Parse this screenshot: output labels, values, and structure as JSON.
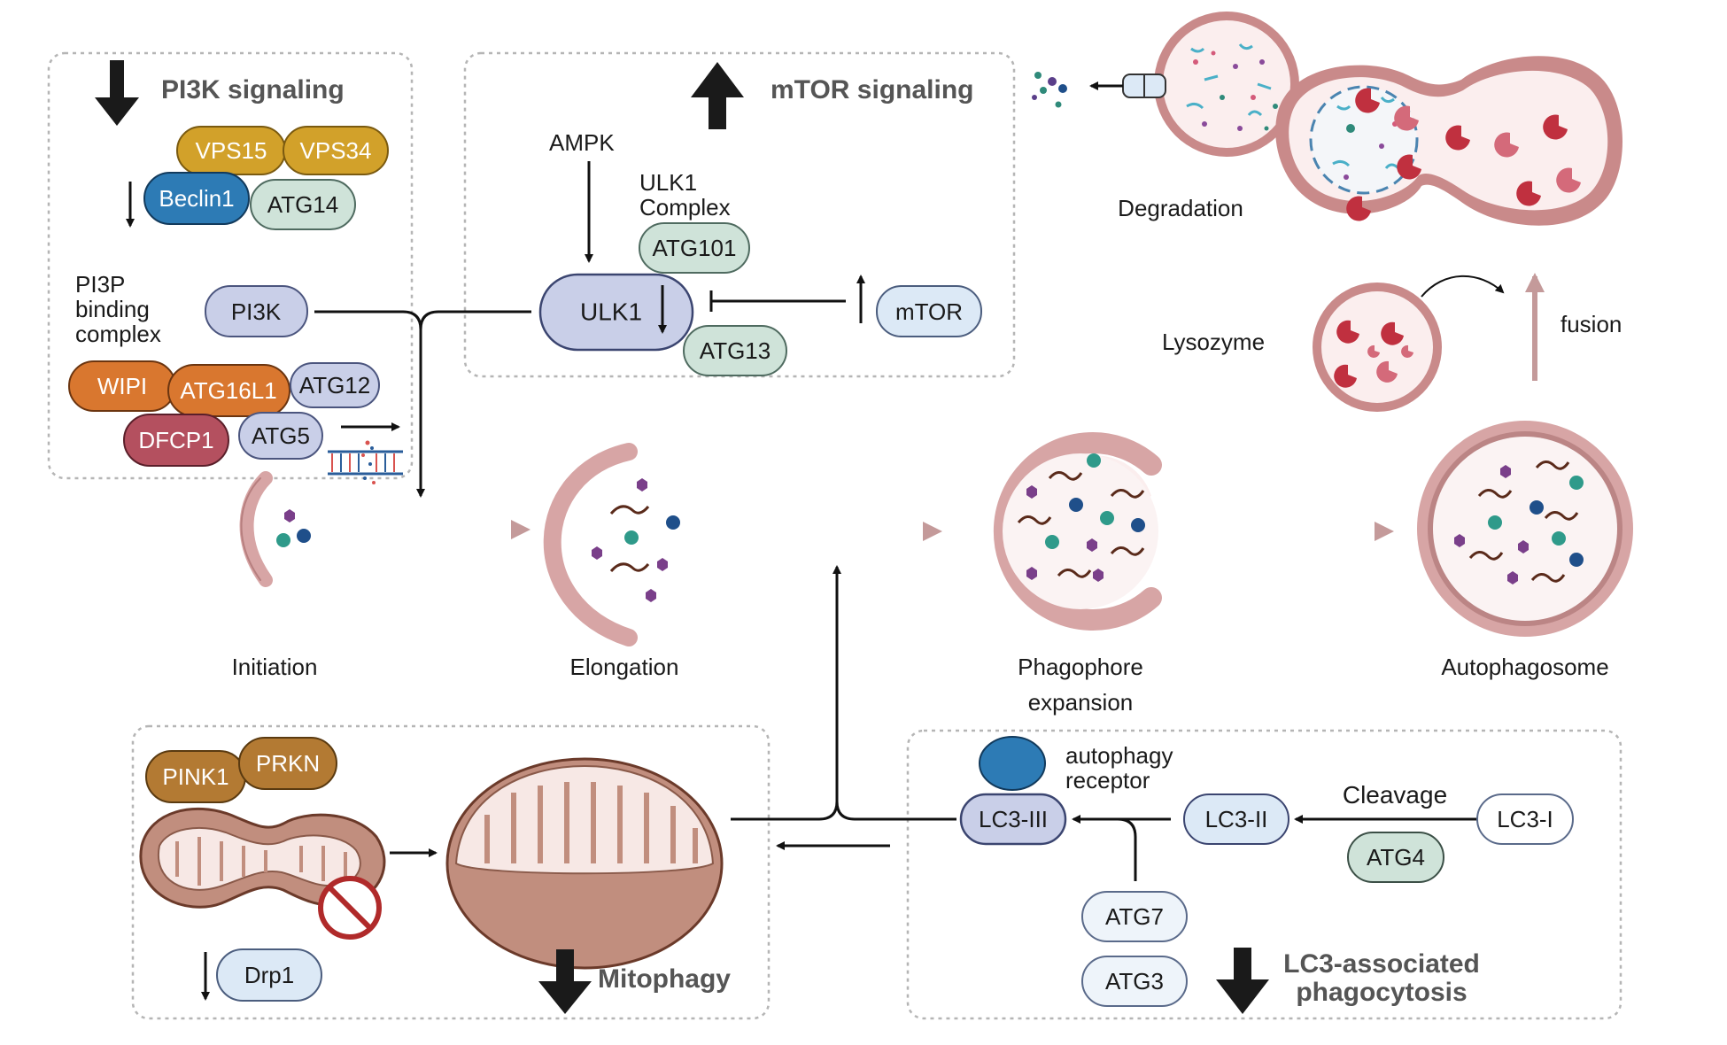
{
  "panels": {
    "pi3k": {
      "title": "PI3K signaling",
      "binding_label": [
        "PI3P",
        "binding",
        "complex"
      ]
    },
    "mtor": {
      "title": "mTOR signaling",
      "ampk": "AMPK",
      "ulk1_complex_label": [
        "ULK1",
        "Complex"
      ]
    },
    "mitophagy": {
      "title": "Mitophagy"
    },
    "lc3": {
      "title": [
        "LC3-associated",
        "phagocytosis"
      ],
      "receptor_label": [
        "autophagy",
        "receptor"
      ],
      "cleavage": "Cleavage"
    }
  },
  "proteins": {
    "vps15": "VPS15",
    "vps34": "VPS34",
    "beclin1": "Beclin1",
    "atg14": "ATG14",
    "pi3k": "PI3K",
    "wipi": "WIPI",
    "atg16l1": "ATG16L1",
    "atg12": "ATG12",
    "dfcp1": "DFCP1",
    "atg5": "ATG5",
    "atg101": "ATG101",
    "ulk1": "ULK1",
    "atg13": "ATG13",
    "mtor": "mTOR",
    "pink1": "PINK1",
    "prkn": "PRKN",
    "drp1": "Drp1",
    "lc3_iii": "LC3-III",
    "lc3_ii": "LC3-II",
    "lc3_i": "LC3-I",
    "atg4": "ATG4",
    "atg7": "ATG7",
    "atg3": "ATG3"
  },
  "stages": {
    "initiation": "Initiation",
    "elongation": "Elongation",
    "phagophore": [
      "Phagophore",
      "expansion"
    ],
    "autophagosome": "Autophagosome",
    "degradation": "Degradation",
    "lysozyme": "Lysozyme",
    "fusion": "fusion"
  },
  "colors": {
    "gold": "#d2a12a",
    "blue": "#2d7bb5",
    "orange": "#d9772f",
    "rose": "#b4505f",
    "lavender": "#c9cfe8",
    "mint": "#cfe3d9",
    "sky": "#dce9f6",
    "brown": "#b37a33",
    "membrane": "#d7a5a5",
    "arrow_pink": "#c49a9a"
  }
}
